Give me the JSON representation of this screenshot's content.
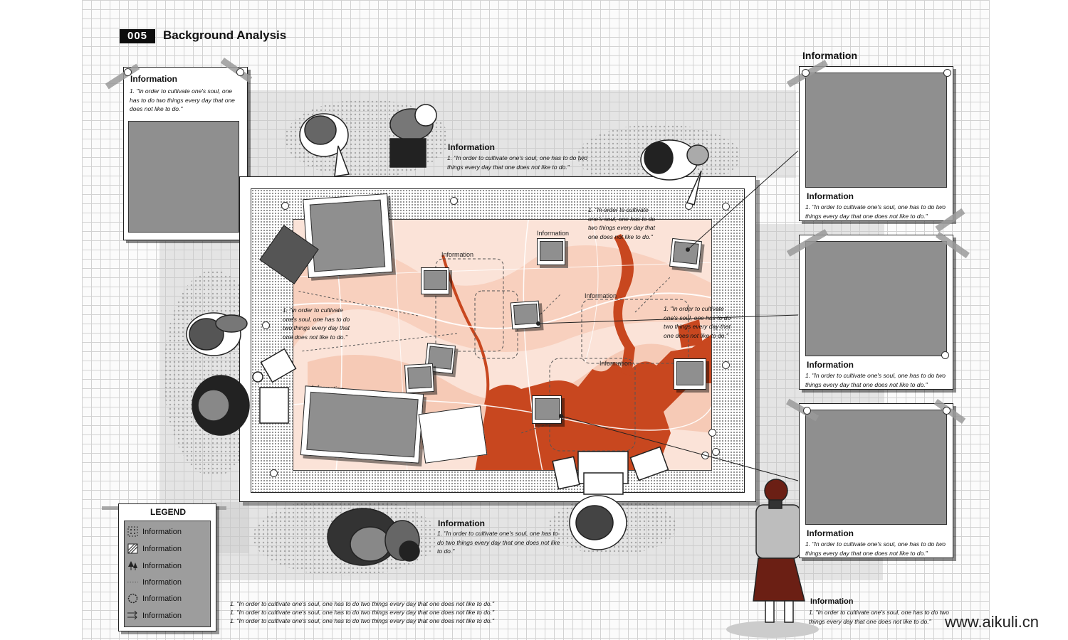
{
  "header": {
    "number": "005",
    "title": "Background Analysis"
  },
  "left_card": {
    "title": "Information",
    "text": "1. \"In order to cultivate one's soul, one has to do two things every day that one does not like to do.\""
  },
  "right_panel": {
    "title": "Information",
    "cards": [
      {
        "title": "Information",
        "text": "1. \"In order to cultivate one's soul, one has to do two things every day that one does not like to do.\""
      },
      {
        "title": "Information",
        "text": "1. \"In order to cultivate one's soul, one has to do two things every day that one does not like to do.\""
      },
      {
        "title": "Information",
        "text": "1. \"In order to cultivate one's soul, one has to do two things every day that one does not like to do.\""
      }
    ]
  },
  "top_info": {
    "title": "Information",
    "text": "1. \"In order to cultivate one's soul, one has to do two things every day that one does not like to do.\""
  },
  "bottom_info": {
    "title": "Information",
    "text": "1. \"In order to cultivate one's soul, one has to do two things every day that one does not like to do.\""
  },
  "bottom_right_info": {
    "title": "Information",
    "text": "1. \"In order to cultivate one's soul, one has to do two things every day that one does not like to do.\""
  },
  "map_labels": [
    "Information",
    "Information",
    "Information",
    "Information",
    "Information"
  ],
  "map_notes": {
    "left": "1. \"In order to cultivate one's soul, one has to do two things every day that one does not like to do.\"",
    "top_right": "1. \"In order to cultivate one's soul, one has to do two things every day that one does not like to do.\"",
    "right": "1. \"In order to cultivate one's soul, one has to do two things every day that one does not like to do.\""
  },
  "bottom_lines": [
    "1. \"In order to cultivate one's soul, one has to do two things every day that one does not like to do.\"",
    "1. \"In order to cultivate one's soul, one has to do two things every day that one does not like to do.\"",
    "1. \"In order to cultivate one's soul, one has to do two things every day that one does not like to do.\""
  ],
  "legend": {
    "title": "LEGEND",
    "items": [
      {
        "icon": "dotted-square-icon",
        "label": "Information"
      },
      {
        "icon": "hatched-square-icon",
        "label": "Information"
      },
      {
        "icon": "tree-icon",
        "label": "Information"
      },
      {
        "icon": "dotted-line-icon",
        "label": "Information"
      },
      {
        "icon": "dotted-circle-icon",
        "label": "Information"
      },
      {
        "icon": "arrows-icon",
        "label": "Information"
      }
    ]
  },
  "colors": {
    "map_base": "#fbe3d8",
    "map_water": "#c8471f",
    "map_mid": "#f3b9a0",
    "photo_grey": "#8f8f8f",
    "tape": "#9a9a9a"
  },
  "watermark": "www.aikuli.cn"
}
